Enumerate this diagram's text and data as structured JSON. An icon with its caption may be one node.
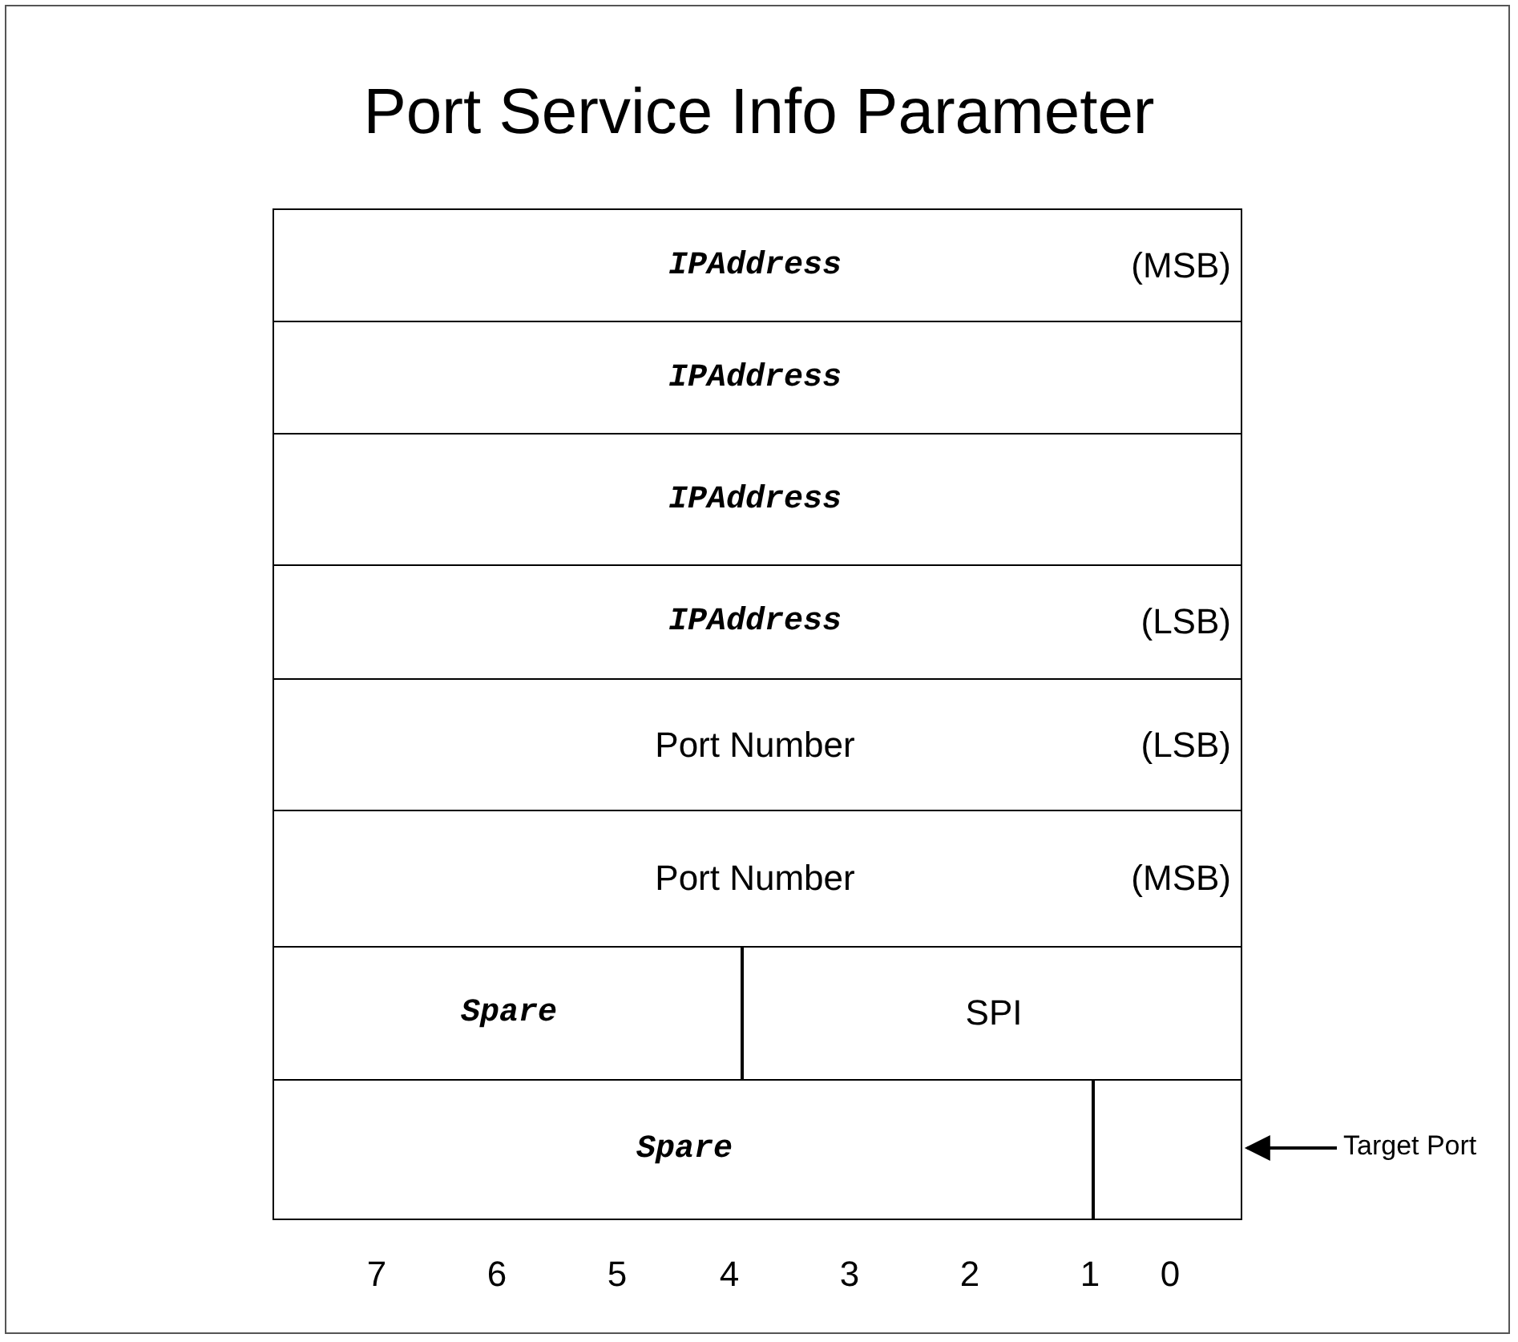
{
  "diagram": {
    "title": "Port Service Info Parameter",
    "nodes": [
      {
        "text": [
          "IPAddress",
          "(MSB)"
        ]
      },
      {
        "text": [
          "IPAddress"
        ]
      },
      {
        "text": [
          "IPAddress"
        ]
      },
      {
        "text": [
          "IPAddress",
          "(LSB)"
        ]
      },
      {
        "text": [
          "Port Number",
          "(LSB)"
        ]
      },
      {
        "text": [
          "Port Number",
          "(MSB)"
        ]
      },
      {
        "text": [
          "Spare"
        ]
      },
      {
        "text": [
          "SPI"
        ]
      },
      {
        "text": [
          "Spare"
        ]
      },
      {
        "text": [],
        "shape": "box"
      },
      {
        "text": [
          "Target Port"
        ]
      }
    ],
    "edges": [
      {
        "from": 10,
        "to": 9,
        "arrow": "to"
      }
    ],
    "labels": [
      "7",
      "6",
      "5",
      "4",
      "3",
      "2",
      "1",
      "0"
    ]
  }
}
